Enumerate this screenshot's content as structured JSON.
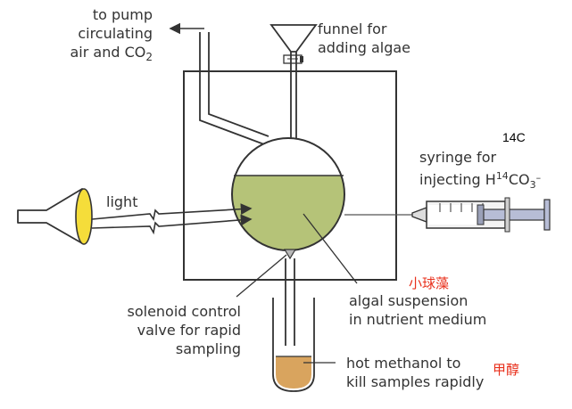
{
  "labels": {
    "pump": [
      "to pump",
      "circulating",
      "air and CO",
      "2"
    ],
    "funnel": [
      "funnel for",
      "adding algae"
    ],
    "carbon14": "14C",
    "syringe": [
      "syringe for",
      "injecting H",
      "14",
      "CO",
      "3",
      "–"
    ],
    "light": "light",
    "chlorella": "小球藻",
    "suspension": [
      "algal suspension",
      "in nutrient medium"
    ],
    "solenoid": [
      "solenoid control",
      "valve for rapid",
      "sampling"
    ],
    "methanol": [
      "hot methanol to",
      "kill samples rapidly"
    ],
    "methanol_cn": "甲醇"
  },
  "colors": {
    "suspension": "#b5c378",
    "methanol": "#d9a45e",
    "lamp": "#f5dd3a",
    "outline": "#333333",
    "glass": "#ffffff",
    "annotation": "#e8301c"
  }
}
